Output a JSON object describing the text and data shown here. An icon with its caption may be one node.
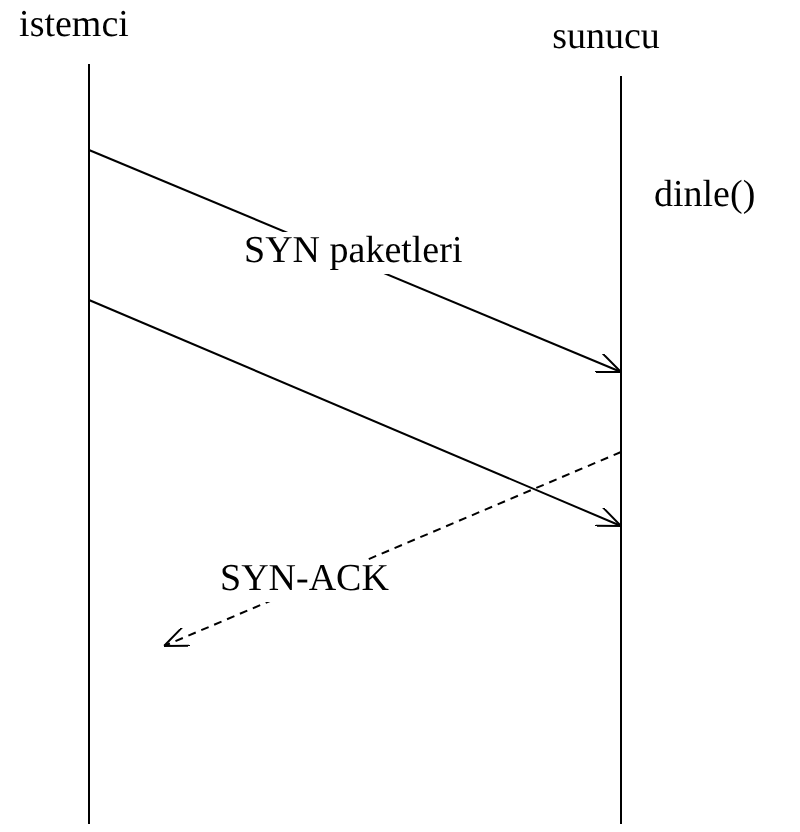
{
  "diagram": {
    "nodes": [
      {
        "text": [
          "istemci"
        ]
      },
      {
        "text": [
          "sunucu"
        ]
      }
    ],
    "edges": [
      {
        "from": 0,
        "to": 1,
        "arrow": "to",
        "label": "SYN paketleri"
      },
      {
        "from": 0,
        "to": 1,
        "arrow": "to"
      },
      {
        "from": 1,
        "to": 0,
        "arrow": "to",
        "style": "dashed",
        "label": "SYN-ACK"
      }
    ],
    "labels": [
      "dinle()"
    ]
  }
}
